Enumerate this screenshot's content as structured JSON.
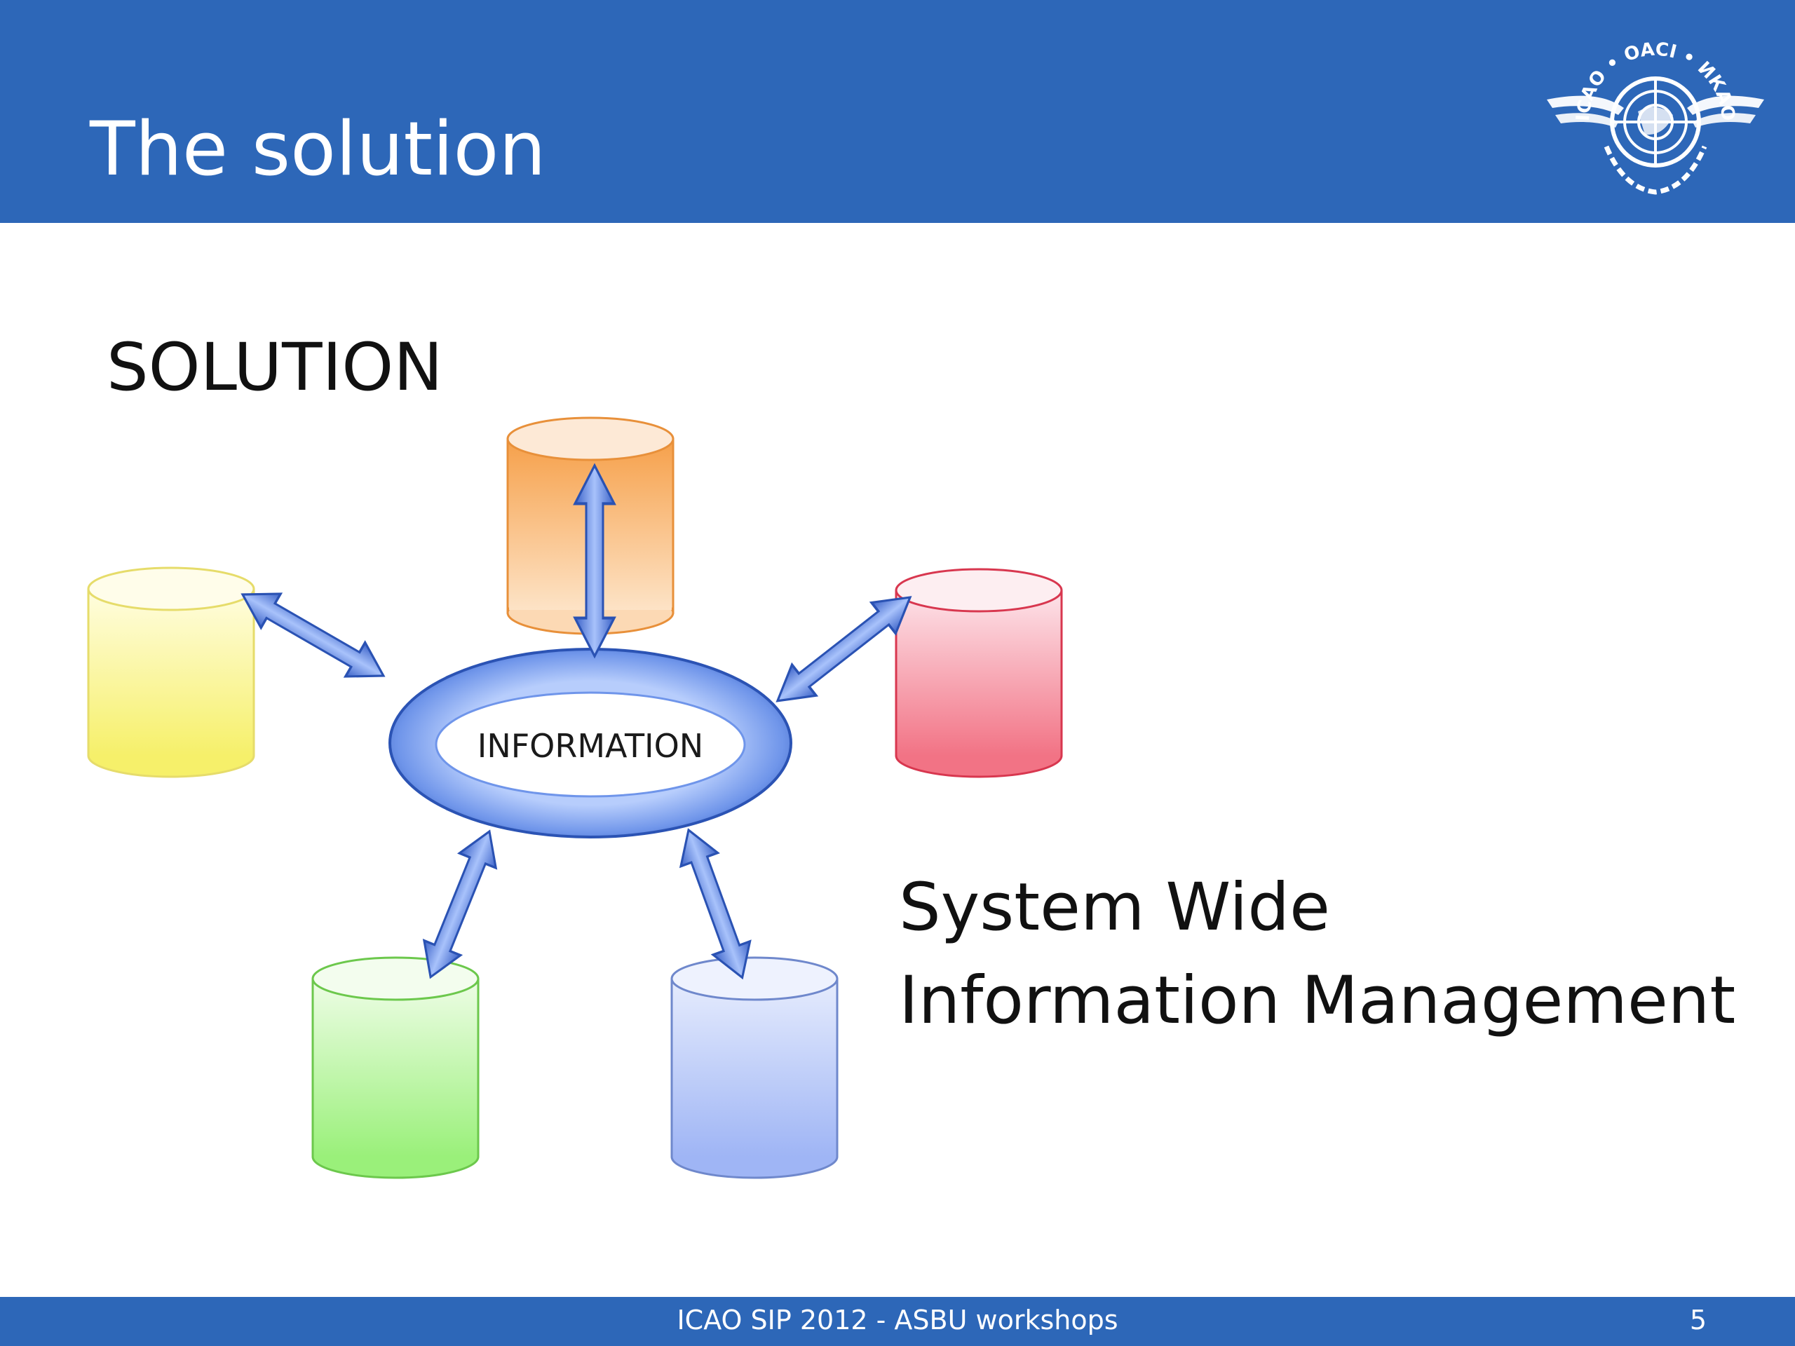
{
  "slide": {
    "title": "The solution",
    "subtitle": "SOLUTION"
  },
  "logo": {
    "icon": "icao-emblem-icon",
    "text_top": "ICAO • OACI • ИКАО"
  },
  "diagram": {
    "center_label": "INFORMATION",
    "databases": [
      {
        "name": "database-orange",
        "color": "#f6a24a"
      },
      {
        "name": "database-yellow",
        "color": "#f8f27a"
      },
      {
        "name": "database-red",
        "color": "#f07c8c"
      },
      {
        "name": "database-green",
        "color": "#9cf07c"
      },
      {
        "name": "database-blue",
        "color": "#9fb6f5"
      }
    ]
  },
  "swim": {
    "line1": "System Wide",
    "line2": "Information Management"
  },
  "footer": {
    "text": "ICAO SIP 2012 - ASBU workshops",
    "page_number": "5"
  },
  "colors": {
    "header": "#2d67b8",
    "ring_dark": "#2b53b4",
    "ring_light": "#a9c3fb"
  }
}
